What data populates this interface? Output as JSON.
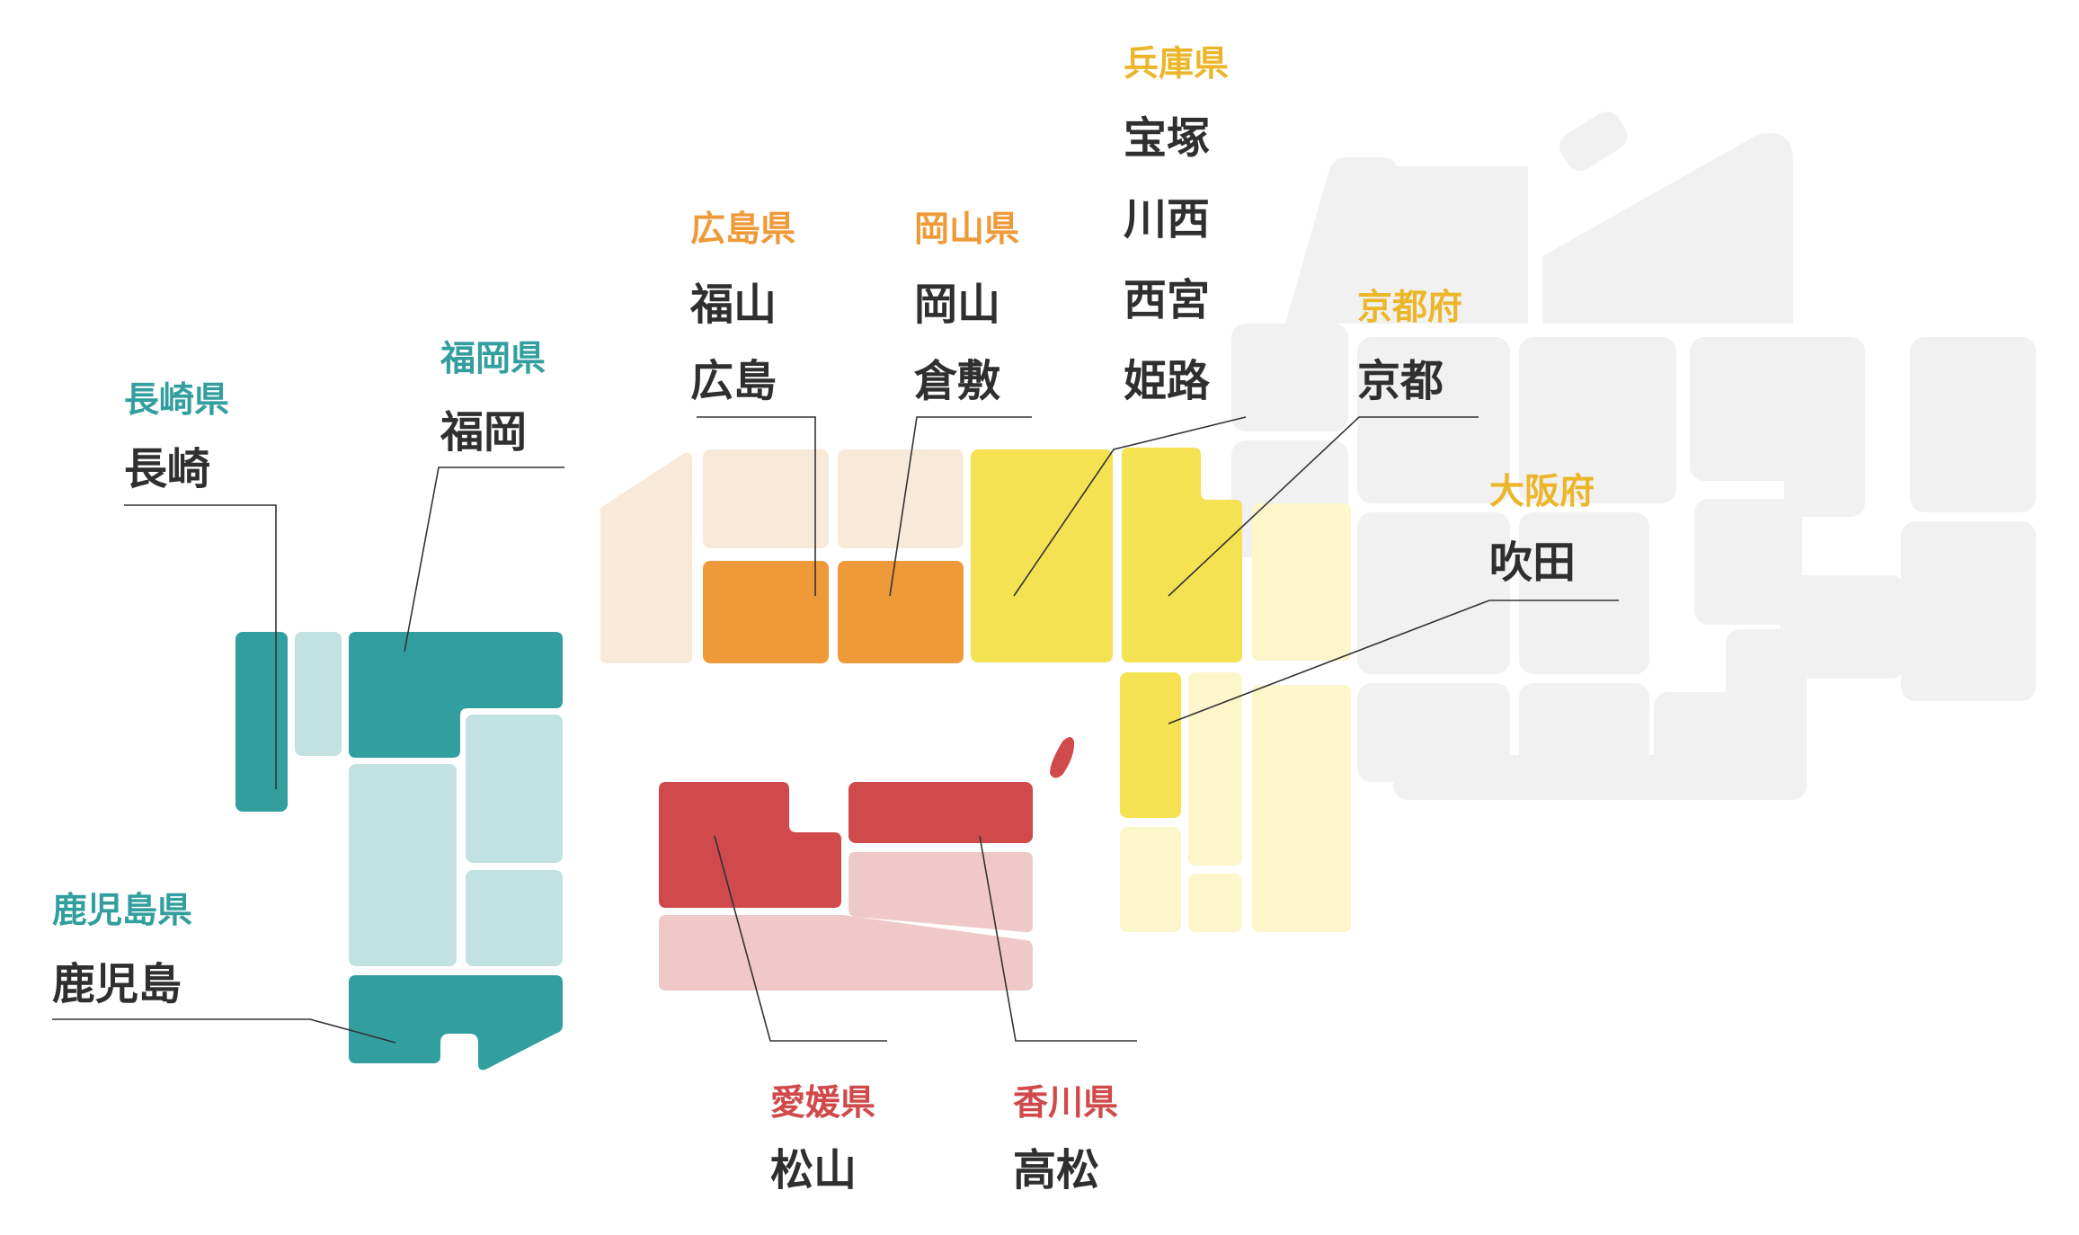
{
  "colors": {
    "teal": "#329e9e",
    "teal_light": "#c1e2e0",
    "orange": "#ef9a38",
    "orange_light": "#f9e9d8",
    "yellow": "#f4e252",
    "yellow_light": "#fcf6cb",
    "yellow_label": "#ecb62a",
    "red": "#d0494b",
    "red_light": "#efc8c9",
    "gray": "#f1f1f1",
    "ink": "#2f2f2f"
  },
  "labels": {
    "nagasaki": {
      "pref": "長崎県",
      "cities": [
        "長崎"
      ]
    },
    "fukuoka": {
      "pref": "福岡県",
      "cities": [
        "福岡"
      ]
    },
    "kagoshima": {
      "pref": "鹿児島県",
      "cities": [
        "鹿児島"
      ]
    },
    "hiroshima": {
      "pref": "広島県",
      "cities": [
        "福山",
        "広島"
      ]
    },
    "okayama": {
      "pref": "岡山県",
      "cities": [
        "岡山",
        "倉敷"
      ]
    },
    "hyogo": {
      "pref": "兵庫県",
      "cities": [
        "宝塚",
        "川西",
        "西宮",
        "姫路"
      ]
    },
    "kyoto": {
      "pref": "京都府",
      "cities": [
        "京都"
      ]
    },
    "osaka": {
      "pref": "大阪府",
      "cities": [
        "吹田"
      ]
    },
    "ehime": {
      "pref": "愛媛県",
      "cities": [
        "松山"
      ]
    },
    "kagawa": {
      "pref": "香川県",
      "cities": [
        "高松"
      ]
    }
  }
}
